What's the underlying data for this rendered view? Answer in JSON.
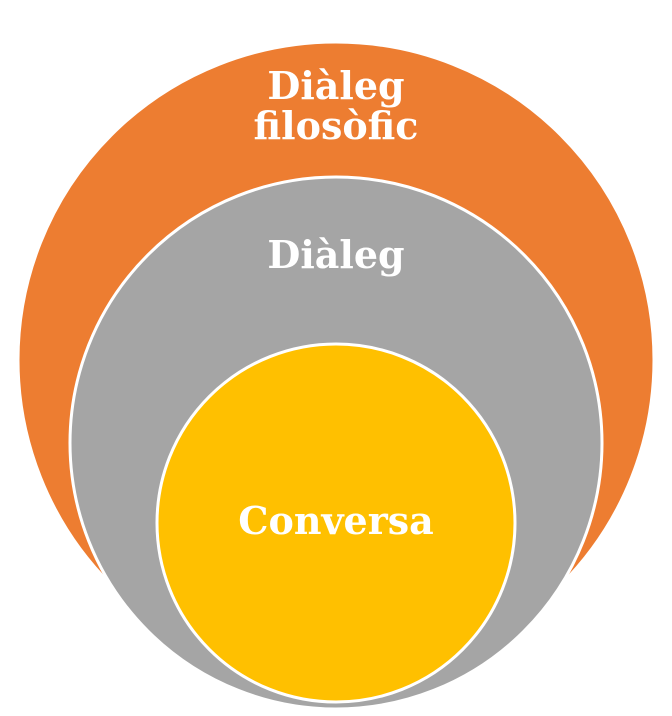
{
  "diagram": {
    "outer": {
      "label_line1": "Diàleg",
      "label_line2": "filosòfic",
      "color": "#ED7D31"
    },
    "middle": {
      "label": "Diàleg",
      "color": "#A5A5A5"
    },
    "inner": {
      "label": "Conversa",
      "color": "#FFC000"
    },
    "border_color": "#FFFFFF"
  }
}
